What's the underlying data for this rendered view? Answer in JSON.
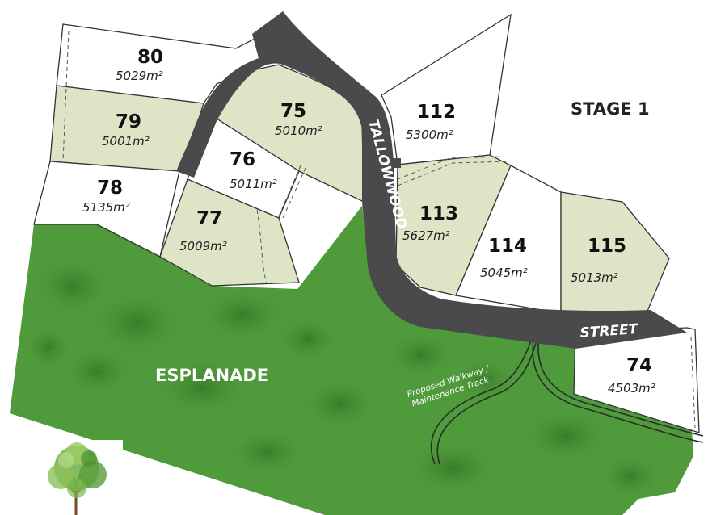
{
  "stage_label": "STAGE 1",
  "reserve_label": "ESPLANADE",
  "roads": {
    "tallowwood": "TALLOWWOOD",
    "street": "STREET"
  },
  "track": {
    "line1": "Proposed Walkway /",
    "line2": "Maintenance Track"
  },
  "lots": {
    "80": {
      "number": "80",
      "area": "5029m²"
    },
    "79": {
      "number": "79",
      "area": "5001m²"
    },
    "78": {
      "number": "78",
      "area": "5135m²"
    },
    "75": {
      "number": "75",
      "area": "5010m²"
    },
    "76": {
      "number": "76",
      "area": "5011m²"
    },
    "77": {
      "number": "77",
      "area": "5009m²"
    },
    "112": {
      "number": "112",
      "area": "5300m²"
    },
    "113": {
      "number": "113",
      "area": "5627m²"
    },
    "114": {
      "number": "114",
      "area": "5045m²"
    },
    "115": {
      "number": "115",
      "area": "5013m²"
    },
    "74": {
      "number": "74",
      "area": "4503m²"
    }
  },
  "colors": {
    "esplanade_green": "#4f9a3a",
    "tree_dark": "#3e8530",
    "road": "#4a4a4c",
    "lot_highlight": "#dde5c6",
    "lot_plain": "#ffffff"
  },
  "logo": {
    "icon": "tree-logo-icon"
  }
}
